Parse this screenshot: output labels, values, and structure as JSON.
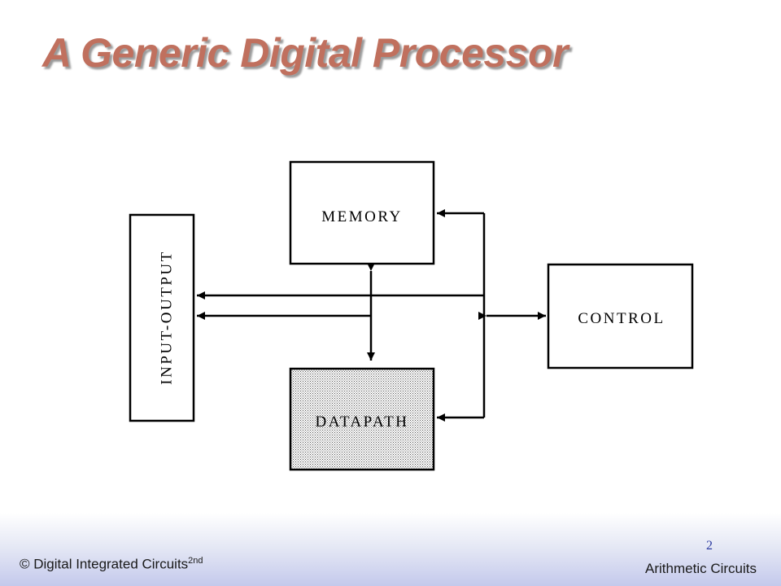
{
  "slide": {
    "title": "A Generic Digital Processor",
    "page_number": "2"
  },
  "diagram": {
    "blocks": {
      "memory": "MEMORY",
      "datapath": "DATAPATH",
      "control": "CONTROL",
      "input_output": "INPUT-OUTPUT"
    }
  },
  "footer": {
    "copyright_text": "© Digital Integrated Circuits",
    "copyright_edition": "2nd",
    "topic": "Arithmetic Circuits"
  },
  "colors": {
    "title": "#c0705e",
    "page_number": "#2b3aa0",
    "footer_gradient_end": "#c4c9ec"
  }
}
